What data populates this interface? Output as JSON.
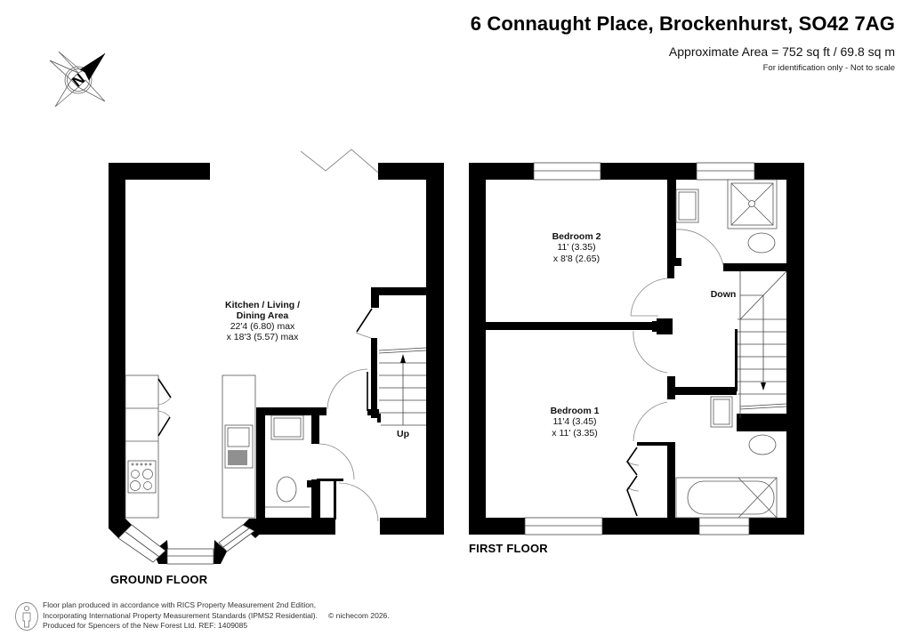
{
  "header": {
    "title": "6 Connaught Place, Brockenhurst, SO42 7AG",
    "area": "Approximate Area = 752 sq ft / 69.8 sq m",
    "disclaimer": "For identification only - Not to scale"
  },
  "compass": {
    "icon": "north-compass-icon",
    "letter": "N"
  },
  "floors": {
    "ground": {
      "label": "GROUND FLOOR",
      "rooms": {
        "kitchen": {
          "name_line1": "Kitchen / Living /",
          "name_line2": "Dining Area",
          "dim1": "22'4 (6.80) max",
          "dim2": "x 18'3 (5.57) max"
        }
      },
      "stairs_label": "Up"
    },
    "first": {
      "label": "FIRST FLOOR",
      "rooms": {
        "bedroom2": {
          "name": "Bedroom 2",
          "dim1": "11' (3.35)",
          "dim2": "x 8'8 (2.65)"
        },
        "bedroom1": {
          "name": "Bedroom 1",
          "dim1": "11'4 (3.45)",
          "dim2": "x 11' (3.35)"
        }
      },
      "stairs_label": "Down"
    }
  },
  "footer": {
    "line1": "Floor plan produced in accordance with RICS Property Measurement 2nd Edition,",
    "line2": "Incorporating International Property Measurement Standards (IPMS2 Residential).",
    "copyright": "© nichecom 2026.",
    "line3": "Produced for Spencers of the New Forest Ltd.   REF:  1409085",
    "icon": "person-measure-icon"
  }
}
